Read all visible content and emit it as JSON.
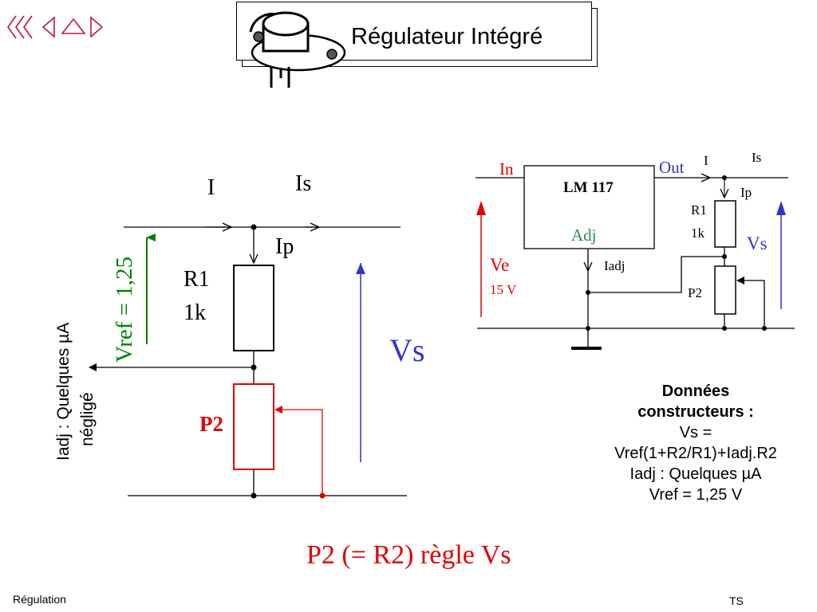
{
  "title": "Régulateur Intégré",
  "nav": {
    "icons": [
      "first-slide-icon",
      "previous-slide-icon",
      "home-icon",
      "next-slide-icon"
    ]
  },
  "left_circuit": {
    "label_I": "I",
    "label_Is": "Is",
    "label_Ip": "Ip",
    "label_R1": "R1",
    "label_R1_value": "1k",
    "label_vref": "Vref = 1,25",
    "label_P2": "P2",
    "label_Vs": "Vs",
    "label_iadj_line1": "Iadj : Quelques µA",
    "label_iadj_line2": "négligé",
    "colors": {
      "vref": "#008000",
      "p2": "#e00000",
      "vs": "#3333cc"
    }
  },
  "right_circuit": {
    "label_in": "In",
    "label_out": "Out",
    "label_chip": "LM 117",
    "label_adj": "Adj",
    "label_I": "I",
    "label_Is": "Is",
    "label_Ip": "Ip",
    "label_R1": "R1",
    "label_R1_value": "1k",
    "label_Vs": "Vs",
    "label_iadj": "Iadj",
    "label_P2": "P2",
    "label_Ve": "Ve",
    "label_Ve_value": "15 V",
    "colors": {
      "in": "#e00000",
      "out": "#3333cc",
      "adj": "#2e8b57",
      "ve": "#e00000",
      "vs": "#3333cc"
    }
  },
  "data_box": {
    "heading_line1": "Données",
    "heading_line2": "constructeurs :",
    "line1": "Vs =",
    "line2": "Vref(1+R2/R1)+Iadj.R2",
    "line3": "Iadj : Quelques µA",
    "line4": "Vref = 1,25 V"
  },
  "conclusion": "P2 (= R2) règle Vs",
  "footer": {
    "left": "Régulation",
    "right": "TS"
  }
}
